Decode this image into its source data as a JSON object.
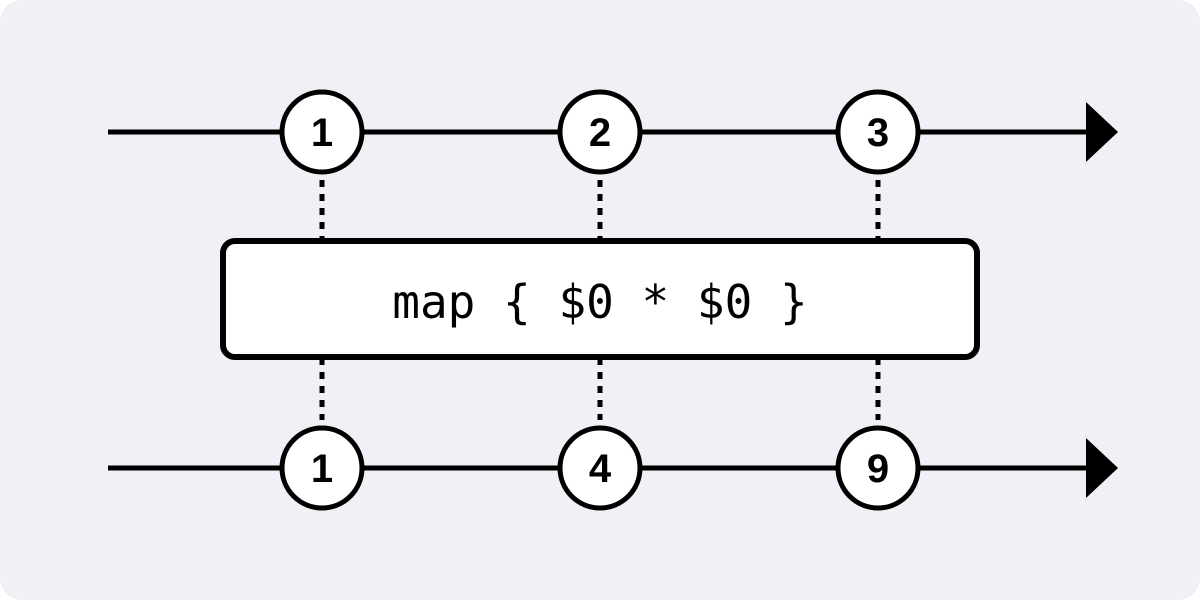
{
  "colors": {
    "background": "#f1f0f7",
    "stroke": "#000000",
    "fill": "#ffffff"
  },
  "input_stream": {
    "marbles": [
      "1",
      "2",
      "3"
    ]
  },
  "operator": {
    "label": "map { $0 * $0 }"
  },
  "output_stream": {
    "marbles": [
      "1",
      "4",
      "9"
    ]
  }
}
